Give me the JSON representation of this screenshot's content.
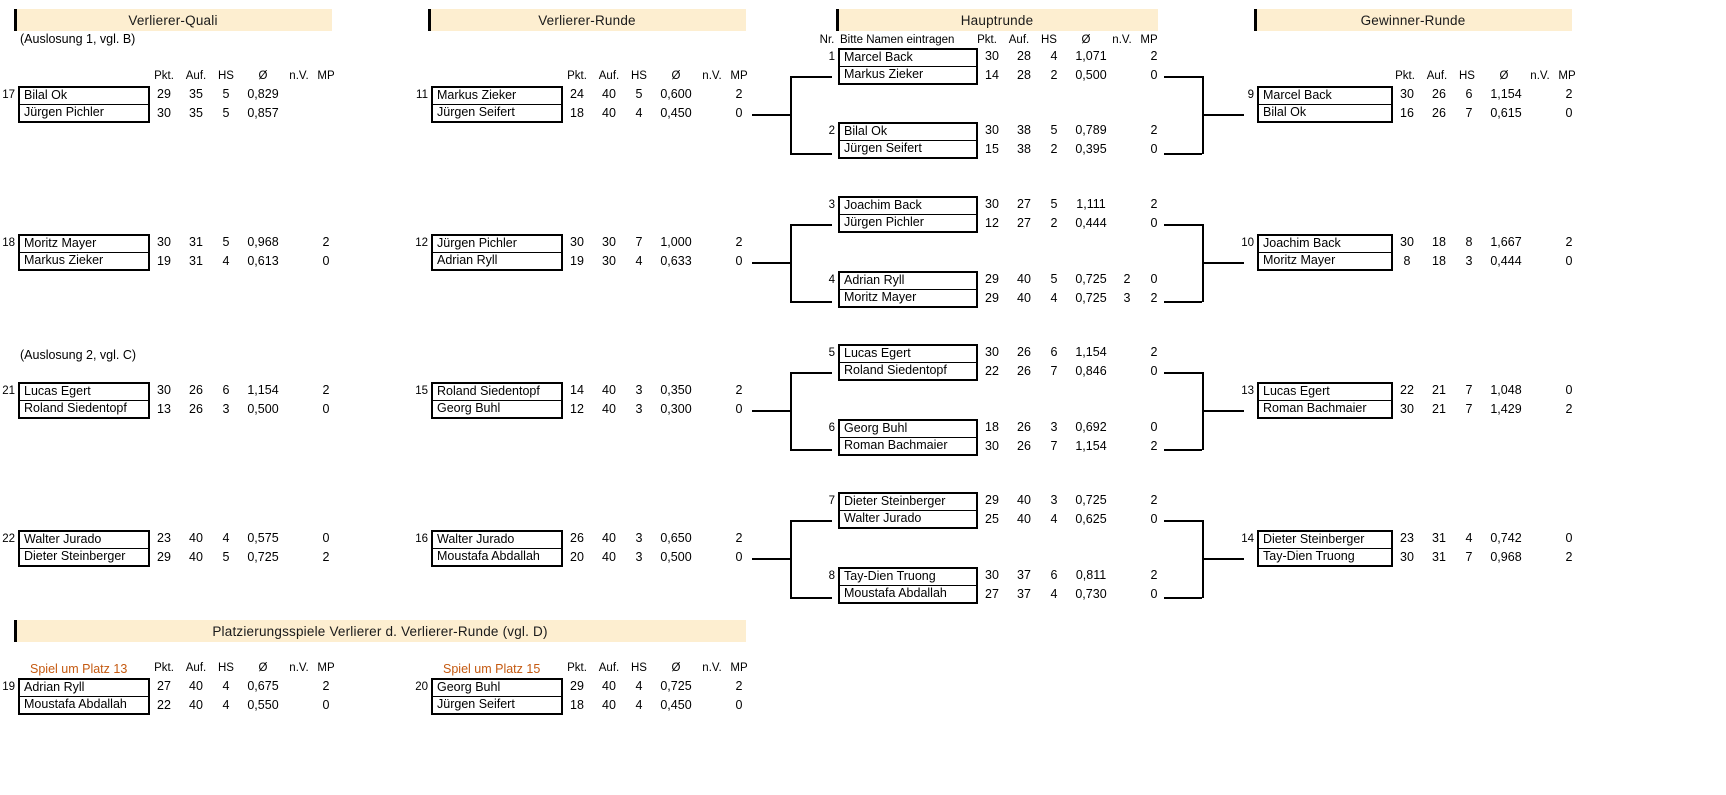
{
  "meta": {
    "accent_header_bg": "#fdeed0",
    "accent_marker": "#000000",
    "place_title_color": "#c55a11"
  },
  "columns": {
    "verlierer_quali": {
      "title": "Verlierer-Quali",
      "note1": "(Auslosung 1, vgl. B)",
      "note2": "(Auslosung 2, vgl. C)"
    },
    "verlierer_runde": {
      "title": "Verlierer-Runde"
    },
    "hauptrunde": {
      "title": "Hauptrunde",
      "nr_label": "Nr.",
      "name_label": "Bitte Namen eintragen"
    },
    "gewinner_runde": {
      "title": "Gewinner-Runde"
    },
    "platzierung": {
      "title": "Platzierungsspiele Verlierer d. Verlierer-Runde (vgl. D)"
    }
  },
  "stat_headers": {
    "pkt": "Pkt.",
    "auf": "Auf.",
    "hs": "HS",
    "avg": "Ø",
    "nv": "n.V.",
    "mp": "MP"
  },
  "matches": {
    "quali": [
      {
        "nr": "17",
        "p1": {
          "name": "Bilal Ok",
          "pkt": "29",
          "auf": "35",
          "hs": "5",
          "avg": "0,829",
          "nv": "",
          "mp": ""
        },
        "p2": {
          "name": "Jürgen Pichler",
          "pkt": "30",
          "auf": "35",
          "hs": "5",
          "avg": "0,857",
          "nv": "",
          "mp": ""
        }
      },
      {
        "nr": "18",
        "p1": {
          "name": "Moritz Mayer",
          "pkt": "30",
          "auf": "31",
          "hs": "5",
          "avg": "0,968",
          "nv": "",
          "mp": "2"
        },
        "p2": {
          "name": "Markus Zieker",
          "pkt": "19",
          "auf": "31",
          "hs": "4",
          "avg": "0,613",
          "nv": "",
          "mp": "0"
        }
      },
      {
        "nr": "21",
        "p1": {
          "name": "Lucas Egert",
          "pkt": "30",
          "auf": "26",
          "hs": "6",
          "avg": "1,154",
          "nv": "",
          "mp": "2"
        },
        "p2": {
          "name": "Roland Siedentopf",
          "pkt": "13",
          "auf": "26",
          "hs": "3",
          "avg": "0,500",
          "nv": "",
          "mp": "0"
        }
      },
      {
        "nr": "22",
        "p1": {
          "name": "Walter Jurado",
          "pkt": "23",
          "auf": "40",
          "hs": "4",
          "avg": "0,575",
          "nv": "",
          "mp": "0"
        },
        "p2": {
          "name": "Dieter Steinberger",
          "pkt": "29",
          "auf": "40",
          "hs": "5",
          "avg": "0,725",
          "nv": "",
          "mp": "2"
        }
      }
    ],
    "verlierer": [
      {
        "nr": "11",
        "p1": {
          "name": "Markus Zieker",
          "pkt": "24",
          "auf": "40",
          "hs": "5",
          "avg": "0,600",
          "nv": "",
          "mp": "2"
        },
        "p2": {
          "name": "Jürgen Seifert",
          "pkt": "18",
          "auf": "40",
          "hs": "4",
          "avg": "0,450",
          "nv": "",
          "mp": "0"
        }
      },
      {
        "nr": "12",
        "p1": {
          "name": "Jürgen Pichler",
          "pkt": "30",
          "auf": "30",
          "hs": "7",
          "avg": "1,000",
          "nv": "",
          "mp": "2"
        },
        "p2": {
          "name": "Adrian Ryll",
          "pkt": "19",
          "auf": "30",
          "hs": "4",
          "avg": "0,633",
          "nv": "",
          "mp": "0"
        }
      },
      {
        "nr": "15",
        "p1": {
          "name": "Roland Siedentopf",
          "pkt": "14",
          "auf": "40",
          "hs": "3",
          "avg": "0,350",
          "nv": "",
          "mp": "2"
        },
        "p2": {
          "name": "Georg Buhl",
          "pkt": "12",
          "auf": "40",
          "hs": "3",
          "avg": "0,300",
          "nv": "",
          "mp": "0"
        }
      },
      {
        "nr": "16",
        "p1": {
          "name": "Walter Jurado",
          "pkt": "26",
          "auf": "40",
          "hs": "3",
          "avg": "0,650",
          "nv": "",
          "mp": "2"
        },
        "p2": {
          "name": "Moustafa Abdallah",
          "pkt": "20",
          "auf": "40",
          "hs": "3",
          "avg": "0,500",
          "nv": "",
          "mp": "0"
        }
      }
    ],
    "haupt": [
      {
        "nr": "1",
        "p1": {
          "name": "Marcel Back",
          "pkt": "30",
          "auf": "28",
          "hs": "4",
          "avg": "1,071",
          "nv": "",
          "mp": "2"
        },
        "p2": {
          "name": "Markus Zieker",
          "pkt": "14",
          "auf": "28",
          "hs": "2",
          "avg": "0,500",
          "nv": "",
          "mp": "0"
        }
      },
      {
        "nr": "2",
        "p1": {
          "name": "Bilal Ok",
          "pkt": "30",
          "auf": "38",
          "hs": "5",
          "avg": "0,789",
          "nv": "",
          "mp": "2"
        },
        "p2": {
          "name": "Jürgen Seifert",
          "pkt": "15",
          "auf": "38",
          "hs": "2",
          "avg": "0,395",
          "nv": "",
          "mp": "0"
        }
      },
      {
        "nr": "3",
        "p1": {
          "name": "Joachim Back",
          "pkt": "30",
          "auf": "27",
          "hs": "5",
          "avg": "1,111",
          "nv": "",
          "mp": "2"
        },
        "p2": {
          "name": "Jürgen Pichler",
          "pkt": "12",
          "auf": "27",
          "hs": "2",
          "avg": "0,444",
          "nv": "",
          "mp": "0"
        }
      },
      {
        "nr": "4",
        "p1": {
          "name": "Adrian Ryll",
          "pkt": "29",
          "auf": "40",
          "hs": "5",
          "avg": "0,725",
          "nv": "2",
          "mp": "0"
        },
        "p2": {
          "name": "Moritz Mayer",
          "pkt": "29",
          "auf": "40",
          "hs": "4",
          "avg": "0,725",
          "nv": "3",
          "mp": "2"
        }
      },
      {
        "nr": "5",
        "p1": {
          "name": "Lucas Egert",
          "pkt": "30",
          "auf": "26",
          "hs": "6",
          "avg": "1,154",
          "nv": "",
          "mp": "2"
        },
        "p2": {
          "name": "Roland Siedentopf",
          "pkt": "22",
          "auf": "26",
          "hs": "7",
          "avg": "0,846",
          "nv": "",
          "mp": "0"
        }
      },
      {
        "nr": "6",
        "p1": {
          "name": "Georg Buhl",
          "pkt": "18",
          "auf": "26",
          "hs": "3",
          "avg": "0,692",
          "nv": "",
          "mp": "0"
        },
        "p2": {
          "name": "Roman Bachmaier",
          "pkt": "30",
          "auf": "26",
          "hs": "7",
          "avg": "1,154",
          "nv": "",
          "mp": "2"
        }
      },
      {
        "nr": "7",
        "p1": {
          "name": "Dieter Steinberger",
          "pkt": "29",
          "auf": "40",
          "hs": "3",
          "avg": "0,725",
          "nv": "",
          "mp": "2"
        },
        "p2": {
          "name": "Walter Jurado",
          "pkt": "25",
          "auf": "40",
          "hs": "4",
          "avg": "0,625",
          "nv": "",
          "mp": "0"
        }
      },
      {
        "nr": "8",
        "p1": {
          "name": "Tay-Dien Truong",
          "pkt": "30",
          "auf": "37",
          "hs": "6",
          "avg": "0,811",
          "nv": "",
          "mp": "2"
        },
        "p2": {
          "name": "Moustafa Abdallah",
          "pkt": "27",
          "auf": "37",
          "hs": "4",
          "avg": "0,730",
          "nv": "",
          "mp": "0"
        }
      }
    ],
    "gewinner": [
      {
        "nr": "9",
        "p1": {
          "name": "Marcel Back",
          "pkt": "30",
          "auf": "26",
          "hs": "6",
          "avg": "1,154",
          "nv": "",
          "mp": "2"
        },
        "p2": {
          "name": "Bilal Ok",
          "pkt": "16",
          "auf": "26",
          "hs": "7",
          "avg": "0,615",
          "nv": "",
          "mp": "0"
        }
      },
      {
        "nr": "10",
        "p1": {
          "name": "Joachim Back",
          "pkt": "30",
          "auf": "18",
          "hs": "8",
          "avg": "1,667",
          "nv": "",
          "mp": "2"
        },
        "p2": {
          "name": "Moritz Mayer",
          "pkt": "8",
          "auf": "18",
          "hs": "3",
          "avg": "0,444",
          "nv": "",
          "mp": "0"
        }
      },
      {
        "nr": "13",
        "p1": {
          "name": "Lucas Egert",
          "pkt": "22",
          "auf": "21",
          "hs": "7",
          "avg": "1,048",
          "nv": "",
          "mp": "0"
        },
        "p2": {
          "name": "Roman Bachmaier",
          "pkt": "30",
          "auf": "21",
          "hs": "7",
          "avg": "1,429",
          "nv": "",
          "mp": "2"
        }
      },
      {
        "nr": "14",
        "p1": {
          "name": "Dieter Steinberger",
          "pkt": "23",
          "auf": "31",
          "hs": "4",
          "avg": "0,742",
          "nv": "",
          "mp": "0"
        },
        "p2": {
          "name": "Tay-Dien Truong",
          "pkt": "30",
          "auf": "31",
          "hs": "7",
          "avg": "0,968",
          "nv": "",
          "mp": "2"
        }
      }
    ],
    "platzierung": [
      {
        "nr": "19",
        "title": "Spiel um Platz 13",
        "p1": {
          "name": "Adrian Ryll",
          "pkt": "27",
          "auf": "40",
          "hs": "4",
          "avg": "0,675",
          "nv": "",
          "mp": "2"
        },
        "p2": {
          "name": "Moustafa Abdallah",
          "pkt": "22",
          "auf": "40",
          "hs": "4",
          "avg": "0,550",
          "nv": "",
          "mp": "0"
        }
      },
      {
        "nr": "20",
        "title": "Spiel um Platz 15",
        "p1": {
          "name": "Georg Buhl",
          "pkt": "29",
          "auf": "40",
          "hs": "4",
          "avg": "0,725",
          "nv": "",
          "mp": "2"
        },
        "p2": {
          "name": "Jürgen Seifert",
          "pkt": "18",
          "auf": "40",
          "hs": "4",
          "avg": "0,450",
          "nv": "",
          "mp": "0"
        }
      }
    ]
  }
}
